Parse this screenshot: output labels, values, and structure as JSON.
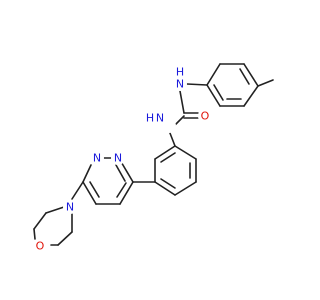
{
  "colors": {
    "carbon_bond": "#222222",
    "nitrogen": "#1a1adb",
    "oxygen": "#e0150b",
    "background": "#ffffff"
  },
  "atoms": {
    "urea_n_top": {
      "text": "N",
      "h": "H",
      "element": "nitrogen"
    },
    "urea_n_bottom": {
      "text": "N",
      "h": "H",
      "element": "nitrogen"
    },
    "carbonyl_o": {
      "text": "O",
      "element": "oxygen"
    },
    "pyridazine_n1": {
      "text": "N",
      "element": "nitrogen"
    },
    "pyridazine_n2": {
      "text": "N",
      "element": "nitrogen"
    },
    "morpholine_n": {
      "text": "N",
      "element": "nitrogen"
    },
    "morpholine_o": {
      "text": "O",
      "element": "oxygen"
    }
  }
}
